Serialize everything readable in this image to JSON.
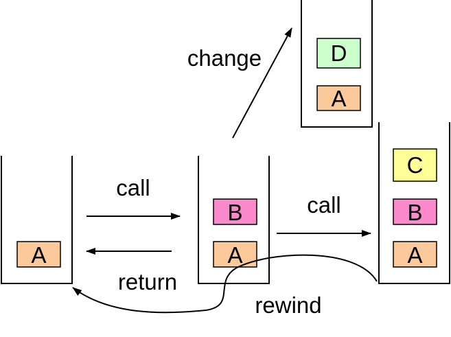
{
  "frames": {
    "stack1_a": {
      "label": "A",
      "color": "#FCC99B"
    },
    "stack2_b": {
      "label": "B",
      "color": "#FB8ACD"
    },
    "stack2_a": {
      "label": "A",
      "color": "#FCC99B"
    },
    "stack3_d": {
      "label": "D",
      "color": "#CCFFCC"
    },
    "stack3_a": {
      "label": "A",
      "color": "#FCC99B"
    },
    "stack4_c": {
      "label": "C",
      "color": "#FFFF99"
    },
    "stack4_b": {
      "label": "B",
      "color": "#FB8ACD"
    },
    "stack4_a": {
      "label": "A",
      "color": "#FCC99B"
    }
  },
  "edges": {
    "call_1": "call",
    "return": "return",
    "call_2": "call",
    "change": "change",
    "rewind": "rewind"
  }
}
